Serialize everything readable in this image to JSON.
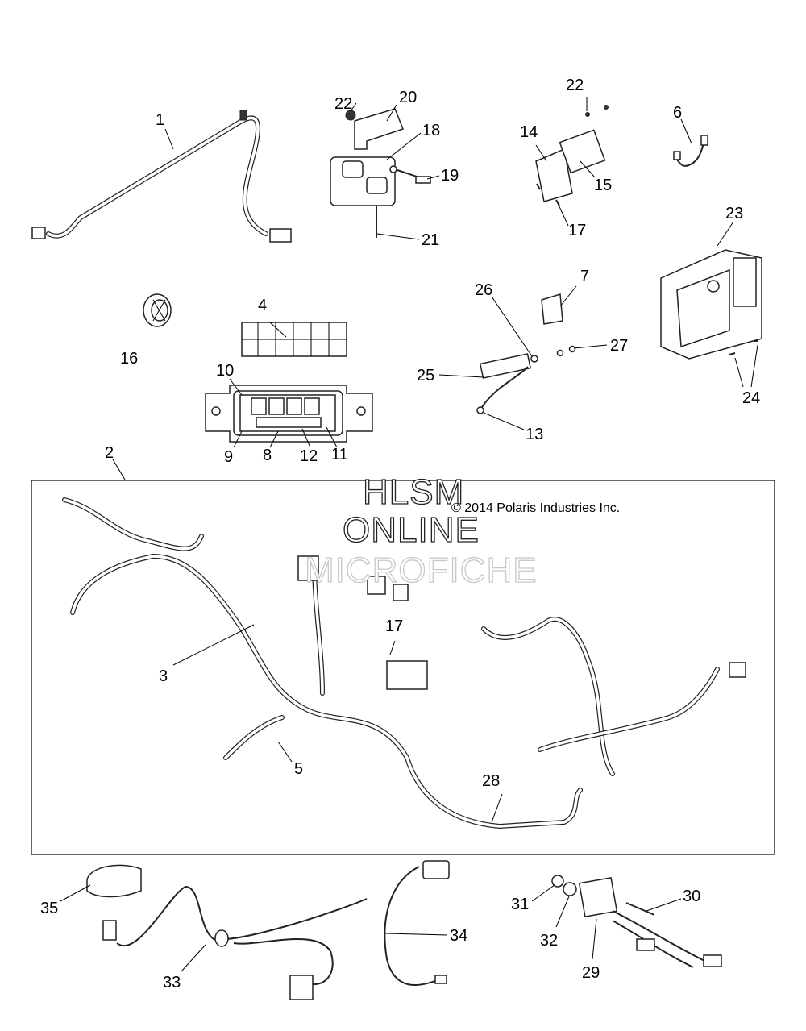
{
  "callouts": [
    "1",
    "2",
    "3",
    "4",
    "5",
    "6",
    "7",
    "8",
    "9",
    "10",
    "11",
    "12",
    "13",
    "14",
    "15",
    "16",
    "17",
    "17",
    "18",
    "19",
    "20",
    "21",
    "22",
    "22",
    "23",
    "24",
    "25",
    "26",
    "27",
    "28",
    "29",
    "30",
    "31",
    "32",
    "33",
    "34",
    "35"
  ],
  "copyright": "© 2014 Polaris Industries Inc.",
  "watermark": {
    "line1": "HLSM",
    "line2": "ONLINE",
    "line3": "MICROFICHE"
  }
}
